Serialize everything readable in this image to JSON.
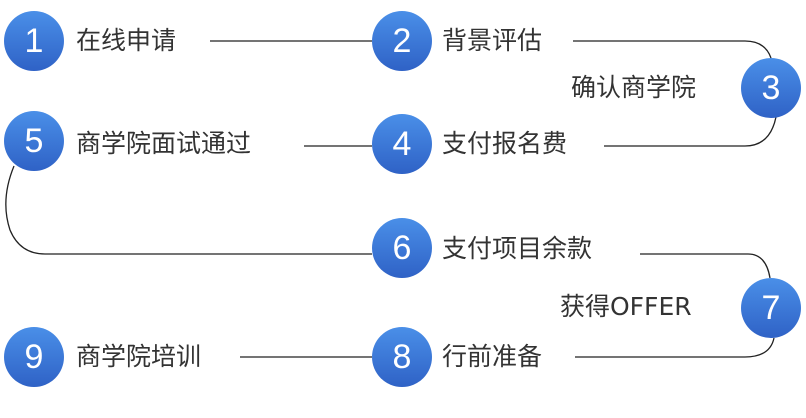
{
  "steps": [
    {
      "number": "1",
      "label": "在线申请"
    },
    {
      "number": "2",
      "label": "背景评估"
    },
    {
      "number": "3",
      "label": "确认商学院"
    },
    {
      "number": "4",
      "label": "支付报名费"
    },
    {
      "number": "5",
      "label": "商学院面试通过"
    },
    {
      "number": "6",
      "label": "支付项目余款"
    },
    {
      "number": "7",
      "label": "获得OFFER"
    },
    {
      "number": "8",
      "label": "行前准备"
    },
    {
      "number": "9",
      "label": "商学院培训"
    }
  ],
  "colors": {
    "circle": "#3a75d6",
    "line": "#222222",
    "text": "#333333"
  }
}
